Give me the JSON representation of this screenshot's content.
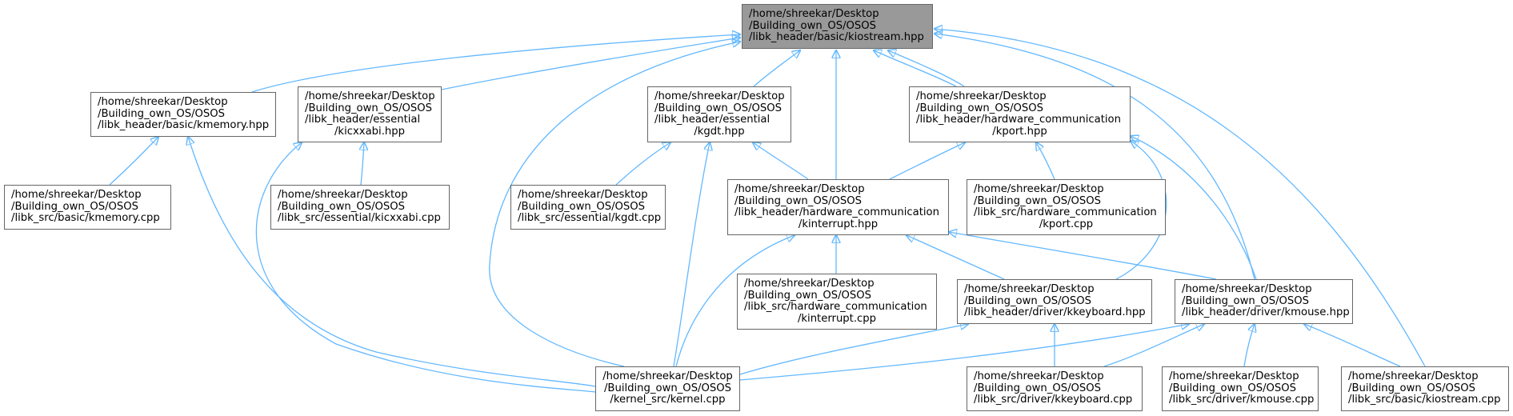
{
  "colors": {
    "edge": "#63b8ff",
    "root_fill": "#999999",
    "node_border": "#666666"
  },
  "nodes": {
    "kiostream_hpp": {
      "lines": [
        "/home/shreekar/Desktop",
        "/Building_own_OS/OSOS",
        "/libk_header/basic/kiostream.hpp"
      ]
    },
    "kmemory_hpp": {
      "lines": [
        "/home/shreekar/Desktop",
        "/Building_own_OS/OSOS",
        "/libk_header/basic/kmemory.hpp"
      ]
    },
    "kicxxabi_hpp": {
      "lines": [
        "/home/shreekar/Desktop",
        "/Building_own_OS/OSOS",
        "/libk_header/essential",
        "/kicxxabi.hpp"
      ]
    },
    "kgdt_hpp": {
      "lines": [
        "/home/shreekar/Desktop",
        "/Building_own_OS/OSOS",
        "/libk_header/essential",
        "/kgdt.hpp"
      ]
    },
    "kport_hpp": {
      "lines": [
        "/home/shreekar/Desktop",
        "/Building_own_OS/OSOS",
        "/libk_header/hardware_communication",
        "/kport.hpp"
      ]
    },
    "kmemory_cpp": {
      "lines": [
        "/home/shreekar/Desktop",
        "/Building_own_OS/OSOS",
        "/libk_src/basic/kmemory.cpp"
      ]
    },
    "kicxxabi_cpp": {
      "lines": [
        "/home/shreekar/Desktop",
        "/Building_own_OS/OSOS",
        "/libk_src/essential/kicxxabi.cpp"
      ]
    },
    "kgdt_cpp": {
      "lines": [
        "/home/shreekar/Desktop",
        "/Building_own_OS/OSOS",
        "/libk_src/essential/kgdt.cpp"
      ]
    },
    "kinterrupt_hpp": {
      "lines": [
        "/home/shreekar/Desktop",
        "/Building_own_OS/OSOS",
        "/libk_header/hardware_communication",
        "/kinterrupt.hpp"
      ]
    },
    "kport_cpp": {
      "lines": [
        "/home/shreekar/Desktop",
        "/Building_own_OS/OSOS",
        "/libk_src/hardware_communication",
        "/kport.cpp"
      ]
    },
    "kinterrupt_cpp": {
      "lines": [
        "/home/shreekar/Desktop",
        "/Building_own_OS/OSOS",
        "/libk_src/hardware_communication",
        "/kinterrupt.cpp"
      ]
    },
    "kkeyboard_hpp": {
      "lines": [
        "/home/shreekar/Desktop",
        "/Building_own_OS/OSOS",
        "/libk_header/driver/kkeyboard.hpp"
      ]
    },
    "kmouse_hpp": {
      "lines": [
        "/home/shreekar/Desktop",
        "/Building_own_OS/OSOS",
        "/libk_header/driver/kmouse.hpp"
      ]
    },
    "kernel_cpp": {
      "lines": [
        "/home/shreekar/Desktop",
        "/Building_own_OS/OSOS",
        "/kernel_src/kernel.cpp"
      ]
    },
    "kkeyboard_cpp": {
      "lines": [
        "/home/shreekar/Desktop",
        "/Building_own_OS/OSOS",
        "/libk_src/driver/kkeyboard.cpp"
      ]
    },
    "kmouse_cpp": {
      "lines": [
        "/home/shreekar/Desktop",
        "/Building_own_OS/OSOS",
        "/libk_src/driver/kmouse.cpp"
      ]
    },
    "kiostream_cpp": {
      "lines": [
        "/home/shreekar/Desktop",
        "/Building_own_OS/OSOS",
        "/libk_src/basic/kiostream.cpp"
      ]
    }
  }
}
